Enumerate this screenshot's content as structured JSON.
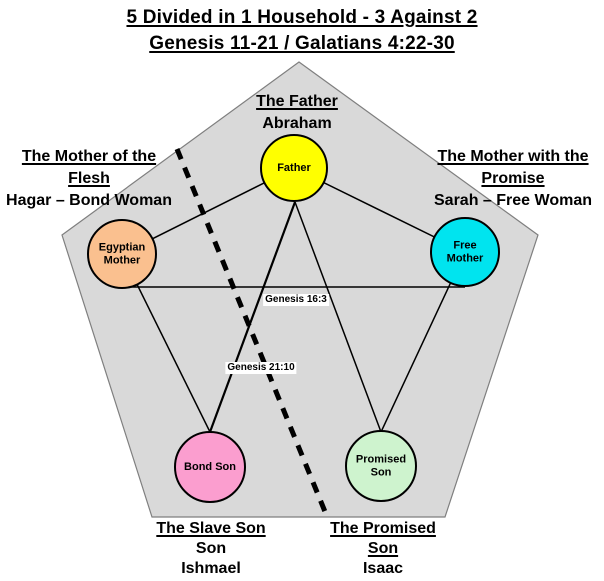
{
  "diagram": {
    "title_line1": "5 Divided in 1 Household - 3 Against 2",
    "title_line2": "Genesis 11-21 / Galatians 4:22-30",
    "top_label": {
      "heading": "The Father",
      "name": "Abraham"
    },
    "left_label": {
      "heading1": "The Mother of the",
      "heading2": "Flesh",
      "name": "Hagar – Bond Woman"
    },
    "right_label": {
      "heading1": "The Mother with the",
      "heading2": "Promise",
      "name": "Sarah – Free Woman"
    },
    "bottom_left_label": {
      "heading1": "The Slave Son",
      "line2": "Son",
      "name": "Ishmael"
    },
    "bottom_right_label": {
      "heading1": "The Promised",
      "heading2": "Son",
      "name": "Isaac"
    },
    "nodes": {
      "father": {
        "label1": "Father",
        "label2": "",
        "fill": "#FFFF00"
      },
      "egyptian_mother": {
        "label1": "Egyptian",
        "label2": "Mother",
        "fill": "#FAC08F"
      },
      "free_mother": {
        "label1": "Free",
        "label2": "Mother",
        "fill": "#00E4EF"
      },
      "bond_son": {
        "label1": "Bond Son",
        "label2": "",
        "fill": "#FB9ECF"
      },
      "promised_son": {
        "label1": "Promised",
        "label2": "Son",
        "fill": "#CEF3CE"
      }
    },
    "edge_labels": {
      "mothers_edge": "Genesis 16:3",
      "father_bondson_edge": "Genesis 21:10"
    },
    "colors": {
      "pentagon_fill": "#D9D9D9",
      "pentagon_border": "#7F7F7F",
      "edge_line": "#000000",
      "highlight_line": "#2121CC",
      "division_line": "#000000"
    }
  }
}
